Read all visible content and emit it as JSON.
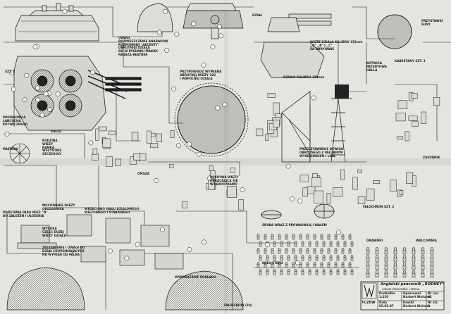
{
  "sheet": {
    "title": "Angielski pancernik „RODNEY”",
    "subtitle": "arkusz elementów / stronu",
    "publisher": "TCZEW",
    "labels": {
      "top_left_note": "UWAGI\nROZMIESZCZENIE ANARAKÓW\nROZPOWNIEJ \"AKCENTY\"\nOBROTNIEJ DZIAŁA\nDO W RYSUNKU MAKIEC\nNIEJSZA BEAYBER",
      "note_grid": "PRZYPOWIEDZ WYMIANA\nOBROTNEJ WIEŻY 120\nI WSPOLNEJ OZIAŁA",
      "note_dzial": "DZIAŁ",
      "note_kabino": "WIEŻE DZIAŁA KALIBRU 152mm\n,,A\" ,,B\" I ,,C\"\nSA OBRYWANE",
      "note_kotwica": "KOTWICA\nPATENTOWA\nHALLA",
      "note_dzialo_kal": "DZIAŁO KALIBRU 120mm",
      "note_kabestan": "KABESTANY SZT. 3",
      "note_prowadnica": "PROWADNICA\nŁAŃCUCHA\nKOTWICZNEGO",
      "note_wieze": "WIEŻE",
      "note_omsza": "OMSZA",
      "note_sukcesja": "PRZYSTAWKI\nSUNY",
      "note_wiatrak": "WIATRAK",
      "note_rodzna": "RODZINA\nWIEŻY\nRAMKA\nWSZYSTKIE\nSZCZEGOLY",
      "note_zasieg": "ZESTAWIENIE I UWAGI DO\nDZIAŁ UZUPEŁNIAJĄCYCH\nNA WYMIAR OD PALBA",
      "note_podstawa": "PODSTAWA PARA WIEŻ\nDO ZAŁOŻEŃ I UŁOŻENIA",
      "note_wrzeciono": "WRZECIONO WAŁU DZIAŁOWEGO\nWIEŻOWEGO I STABILNEGO",
      "note_mocowanie": "MOCOWANIE WIEŻY\nOBSZARNIKA\n\"B\"",
      "note_wysoka": "WYSOKA\nCZĘŚĆ DUŻEJ\nWIEŻY DZIAŁA",
      "note_orbita": "PRZEDSTAWIENIE DŹWIGU\nOBROTNEGO Z PALUBNYM\nWYSIĘGNIKIEM I LINĄ",
      "note_pokrywa": "POKRYWA WIEŻY\nOBRACAJĄCA SIĘ\nW LEWO/PRAWO",
      "note_sruba": "ŚRUBA WRAZ Z PROWADNICĄ I WAŁEM",
      "note_drabinki": "DRABINKI",
      "note_walcownia": "WALCOWNIA",
      "note_falochron": "FALOCHRON SZT. 2",
      "note_pokrywy": "WYPOSAŻENIE POKŁADU",
      "note_fale": "FALOCHRON (2A)",
      "note_szt": "SZT. 2",
      "note_zasobnik": "ZASOBNIK",
      "note_kolo": "KOŁO STERU"
    },
    "title_block": {
      "scale_label": "Podziałka",
      "scale_value": "1:250",
      "date_label": "Data",
      "date_value": "05.05.87",
      "author_label": "Opracował",
      "author_value": "Norbert Weisner",
      "check_label": "Kreślił",
      "check_value": "Norbert Weisner",
      "sheet_no_label": "Nr rys.",
      "sheet_no_value": "82",
      "page_label": "Nr str.",
      "page_value": "2"
    }
  }
}
